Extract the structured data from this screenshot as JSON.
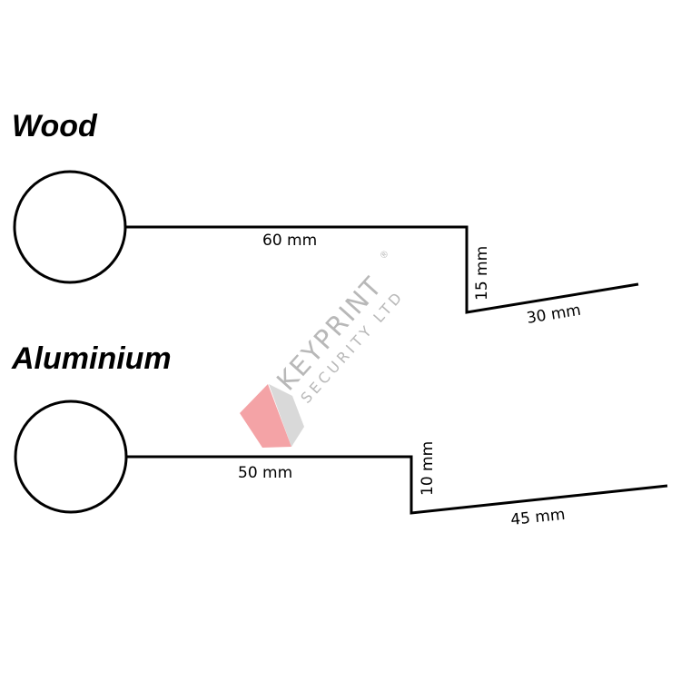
{
  "diagrams": [
    {
      "title": "Wood",
      "segments": {
        "hook": "60 mm",
        "drop": "15 mm",
        "tail": "30 mm"
      }
    },
    {
      "title": "Aluminium",
      "segments": {
        "hook": "50 mm",
        "drop": "10 mm",
        "tail": "45 mm"
      }
    }
  ],
  "watermark": {
    "brand": "KEYPRINT",
    "registered": "®",
    "subtitle": "SECURITY LTD",
    "colors": {
      "logo_red": "#f4a3a6",
      "logo_grey": "#d9d9d9",
      "text": "#b8b8b8"
    }
  }
}
